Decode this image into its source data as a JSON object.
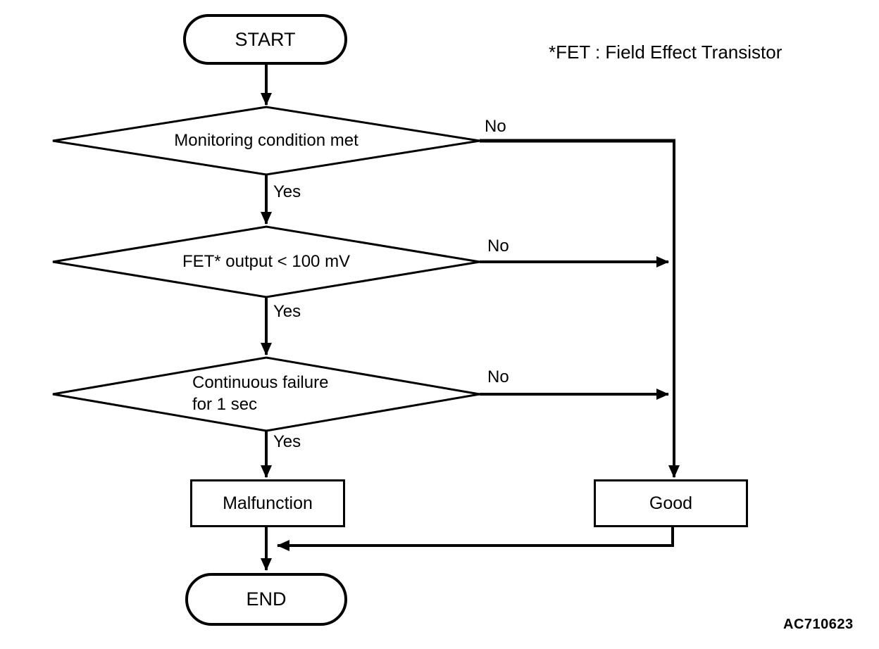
{
  "legend": {
    "text": "*FET : Field Effect Transistor"
  },
  "figure_code": "AC710623",
  "colors": {
    "line": "#000000",
    "text": "#000000",
    "background": "#ffffff"
  },
  "nodes": {
    "start": {
      "type": "terminator",
      "label": "START"
    },
    "decision1": {
      "type": "decision",
      "label": "Monitoring condition met"
    },
    "decision2": {
      "type": "decision",
      "label": "FET* output < 100 mV"
    },
    "decision3": {
      "type": "decision",
      "label": "Continuous failure\nfor 1 sec"
    },
    "malfunction": {
      "type": "process",
      "label": "Malfunction"
    },
    "good": {
      "type": "process",
      "label": "Good"
    },
    "end": {
      "type": "terminator",
      "label": "END"
    }
  },
  "edge_labels": {
    "decision1_yes": "Yes",
    "decision1_no": "No",
    "decision2_yes": "Yes",
    "decision2_no": "No",
    "decision3_yes": "Yes",
    "decision3_no": "No"
  },
  "connections": [
    {
      "from": "start",
      "to": "decision1",
      "label": ""
    },
    {
      "from": "decision1",
      "to": "decision2",
      "label": "Yes"
    },
    {
      "from": "decision1",
      "to": "good",
      "label": "No"
    },
    {
      "from": "decision2",
      "to": "decision3",
      "label": "Yes"
    },
    {
      "from": "decision2",
      "to": "good",
      "label": "No"
    },
    {
      "from": "decision3",
      "to": "malfunction",
      "label": "Yes"
    },
    {
      "from": "decision3",
      "to": "good",
      "label": "No"
    },
    {
      "from": "malfunction",
      "to": "end",
      "label": ""
    },
    {
      "from": "good",
      "to": "end",
      "label": ""
    }
  ]
}
